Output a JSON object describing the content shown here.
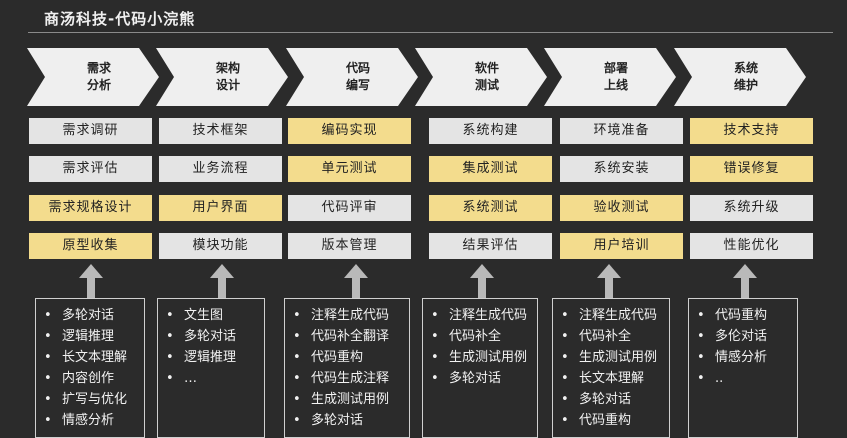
{
  "title": "商汤科技-代码小浣熊",
  "stages": [
    {
      "label": "需求\n分析",
      "tasks": [
        {
          "text": "需求调研",
          "highlight": false
        },
        {
          "text": "需求评估",
          "highlight": false
        },
        {
          "text": "需求规格设计",
          "highlight": true
        },
        {
          "text": "原型收集",
          "highlight": true
        }
      ],
      "tools": [
        "多轮对话",
        "逻辑推理",
        "长文本理解",
        "内容创作",
        "扩写与优化",
        "情感分析"
      ]
    },
    {
      "label": "架构\n设计",
      "tasks": [
        {
          "text": "技术框架",
          "highlight": false
        },
        {
          "text": "业务流程",
          "highlight": false
        },
        {
          "text": "用户界面",
          "highlight": true
        },
        {
          "text": "模块功能",
          "highlight": false
        }
      ],
      "tools": [
        "文生图",
        "多轮对话",
        "逻辑推理",
        "…"
      ]
    },
    {
      "label": "代码\n编写",
      "tasks": [
        {
          "text": "编码实现",
          "highlight": true
        },
        {
          "text": "单元测试",
          "highlight": true
        },
        {
          "text": "代码评审",
          "highlight": false
        },
        {
          "text": "版本管理",
          "highlight": false
        }
      ],
      "tools": [
        "注释生成代码",
        "代码补全翻译",
        "代码重构",
        "代码生成注释",
        "生成测试用例",
        "多轮对话"
      ]
    },
    {
      "label": "软件\n测试",
      "tasks": [
        {
          "text": "系统构建",
          "highlight": false
        },
        {
          "text": "集成测试",
          "highlight": true
        },
        {
          "text": "系统测试",
          "highlight": true
        },
        {
          "text": "结果评估",
          "highlight": false
        }
      ],
      "tools": [
        "注释生成代码",
        "代码补全",
        "生成测试用例",
        "多轮对话"
      ]
    },
    {
      "label": "部署\n上线",
      "tasks": [
        {
          "text": "环境准备",
          "highlight": false
        },
        {
          "text": "系统安装",
          "highlight": false
        },
        {
          "text": "验收测试",
          "highlight": true
        },
        {
          "text": "用户培训",
          "highlight": true
        }
      ],
      "tools": [
        "注释生成代码",
        "代码补全",
        "生成测试用例",
        "长文本理解",
        "多轮对话",
        "代码重构"
      ]
    },
    {
      "label": "系统\n维护",
      "tasks": [
        {
          "text": "技术支持",
          "highlight": true
        },
        {
          "text": "错误修复",
          "highlight": true
        },
        {
          "text": "系统升级",
          "highlight": false
        },
        {
          "text": "性能优化",
          "highlight": false
        }
      ],
      "tools": [
        "代码重构",
        "多伦对话",
        "情感分析",
        ".."
      ]
    }
  ],
  "colors": {
    "background": "#2b2b2b",
    "highlight": "#f3dc8d",
    "plain": "#e4e4e4"
  }
}
